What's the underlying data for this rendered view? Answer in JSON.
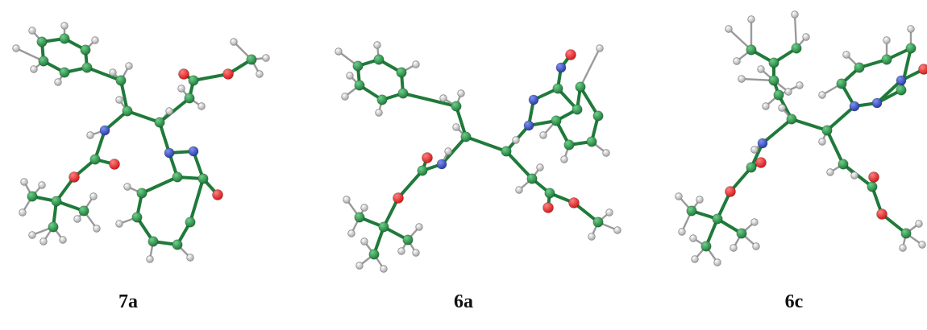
{
  "labels": [
    "7a",
    "6a",
    "6c"
  ],
  "colors": {
    "carbon": "#1f7a3a",
    "carbon_highlight": "#6fd08a",
    "nitrogen": "#2a3ea8",
    "nitrogen_highlight": "#7f90f0",
    "oxygen": "#d21a1a",
    "oxygen_highlight": "#ff8080",
    "hydrogen": "#cfcfcf",
    "hydrogen_highlight": "#ffffff",
    "bond": "#1f7a3a",
    "label": "#111111"
  },
  "molecules": [
    {
      "name": "7a",
      "icon": "ball-and-stick-molecule-icon"
    },
    {
      "name": "6a",
      "icon": "ball-and-stick-molecule-icon"
    },
    {
      "name": "6c",
      "icon": "ball-and-stick-molecule-icon"
    }
  ]
}
